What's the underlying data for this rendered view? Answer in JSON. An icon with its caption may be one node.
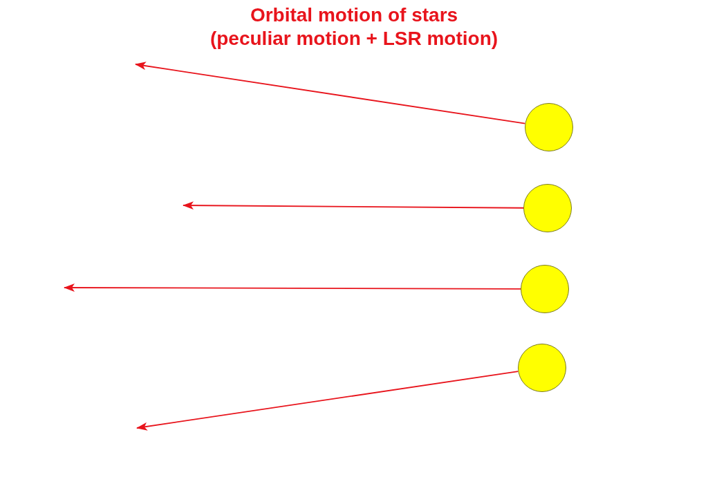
{
  "diagram": {
    "title": "Orbital motion of stars (peculiar motion + LSR motion)",
    "nodes": [
      {
        "text": [],
        "shape": "circle"
      },
      {
        "text": [],
        "shape": "circle"
      },
      {
        "text": [],
        "shape": "circle"
      },
      {
        "text": [],
        "shape": "circle"
      }
    ],
    "edges": [
      {
        "from": 0,
        "to": null,
        "arrow": "to"
      },
      {
        "from": 1,
        "to": null,
        "arrow": "to"
      },
      {
        "from": 2,
        "to": null,
        "arrow": "to"
      },
      {
        "from": 3,
        "to": null,
        "arrow": "to"
      }
    ]
  }
}
